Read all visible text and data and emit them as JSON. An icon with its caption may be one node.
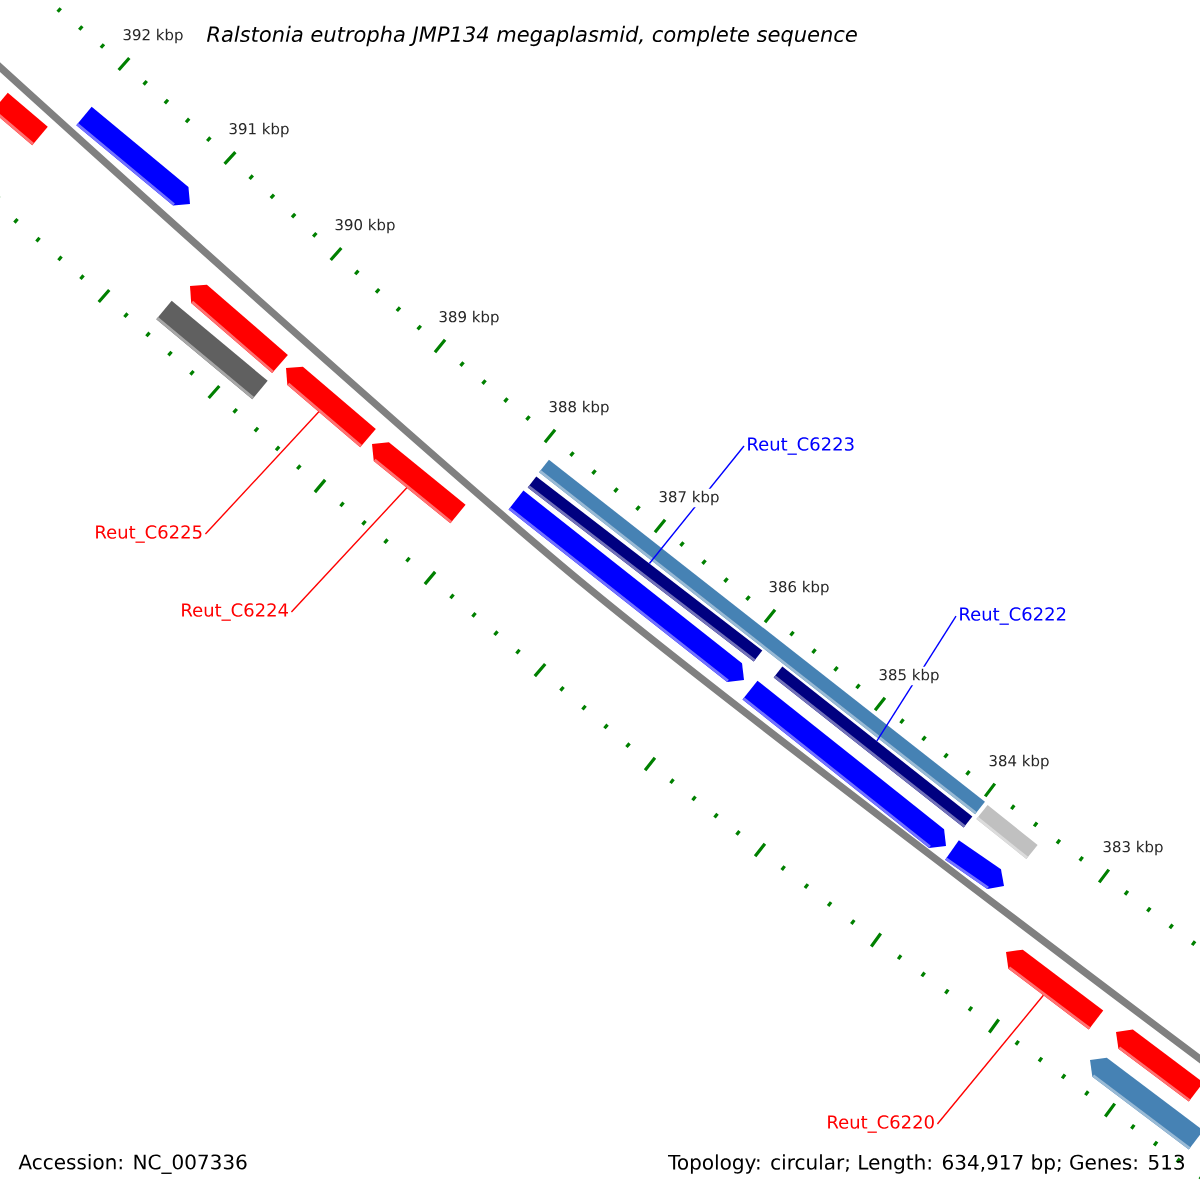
{
  "diagram": {
    "title": "Ralstonia eutropha JMP134 megaplasmid, complete sequence",
    "nodes": [
      {
        "text": [
          "Reut_C6225"
        ]
      },
      {
        "text": [],
        "shape": "arrow"
      },
      {
        "text": [
          "Reut_C6224"
        ]
      },
      {
        "text": [],
        "shape": "arrow"
      },
      {
        "text": [
          "Reut_C6223"
        ]
      },
      {
        "text": [],
        "shape": "bar"
      },
      {
        "text": [
          "Reut_C6222"
        ]
      },
      {
        "text": [],
        "shape": "bar"
      },
      {
        "text": [
          "Reut_C6220"
        ]
      },
      {
        "text": [],
        "shape": "arrow"
      },
      {
        "text": [],
        "shape": "bar"
      },
      {
        "text": [],
        "shape": "arrow"
      },
      {
        "text": [],
        "shape": "bar"
      },
      {
        "text": [],
        "shape": "arrow"
      },
      {
        "text": [],
        "shape": "bar"
      },
      {
        "text": [],
        "shape": "bar"
      },
      {
        "text": [],
        "shape": "arrow"
      },
      {
        "text": [],
        "shape": "arrow"
      },
      {
        "text": [],
        "shape": "arrow"
      },
      {
        "text": [],
        "shape": "arrow"
      },
      {
        "text": [],
        "shape": "arrow"
      }
    ],
    "edges": [
      {
        "from": 0,
        "to": 1,
        "arrow": "none"
      },
      {
        "from": 2,
        "to": 3,
        "arrow": "none"
      },
      {
        "from": 4,
        "to": 5,
        "arrow": "none",
        "color": "#0000ff"
      },
      {
        "from": 6,
        "to": 7,
        "arrow": "none",
        "color": "#0000ff"
      },
      {
        "from": 8,
        "to": 9,
        "arrow": "none"
      }
    ],
    "labels": [
      "392 kbp",
      "391 kbp",
      "390 kbp",
      "389 kbp",
      "388 kbp",
      "387 kbp",
      "386 kbp",
      "385 kbp",
      "384 kbp",
      "383 kbp",
      "Accession: NC_007336",
      "Topology: circular; Length: 634,917 bp; Genes: 513"
    ]
  }
}
